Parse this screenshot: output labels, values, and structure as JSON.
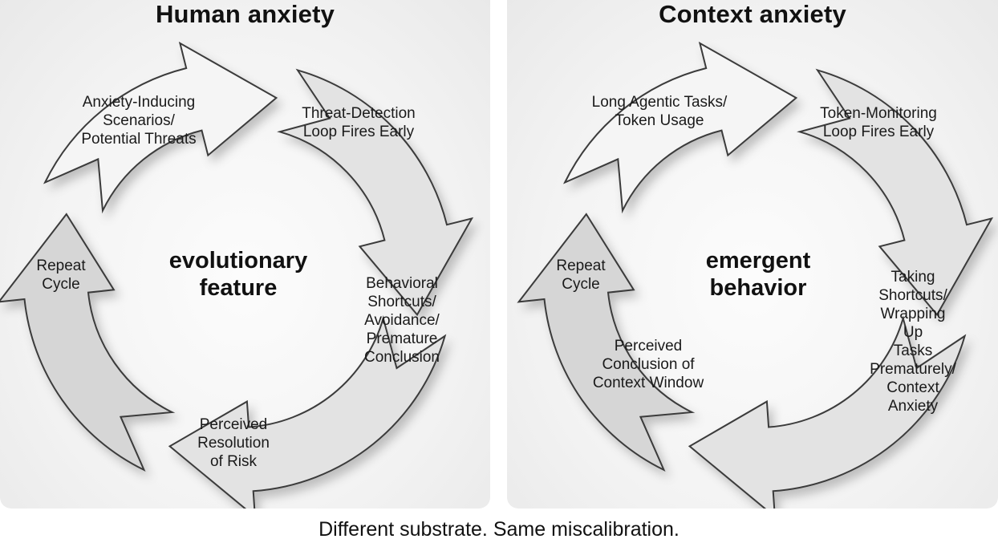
{
  "left_panel": {
    "title": "Human anxiety",
    "center_text": "evolutionary\nfeature",
    "steps": {
      "trigger": "Anxiety-Inducing\nScenarios/\nPotential Threats",
      "detect": "Threat-Detection\nLoop Fires Early",
      "response": "Behavioral\nShortcuts/\nAvoidance/\nPremature\nConclusion",
      "resolution": "Perceived\nResolution\nof Risk",
      "repeat": "Repeat\nCycle"
    }
  },
  "right_panel": {
    "title": "Context anxiety",
    "center_text": "emergent\nbehavior",
    "steps": {
      "trigger": "Long Agentic Tasks/\nToken Usage",
      "detect": "Token-Monitoring\nLoop Fires Early",
      "response": "Taking\nShortcuts/\nWrapping Up\nTasks\nPrematurely/\nContext\nAnxiety",
      "resolution": "Perceived\nConclusion of\nContext Window",
      "repeat": "Repeat\nCycle"
    }
  },
  "caption": "Different substrate. Same miscalibration.",
  "colors": {
    "arrow_fill_light": "#f5f5f5",
    "arrow_fill_mid": "#e3e3e3",
    "arrow_fill_dark": "#d6d6d6",
    "arrow_stroke": "#3a3a3a"
  }
}
